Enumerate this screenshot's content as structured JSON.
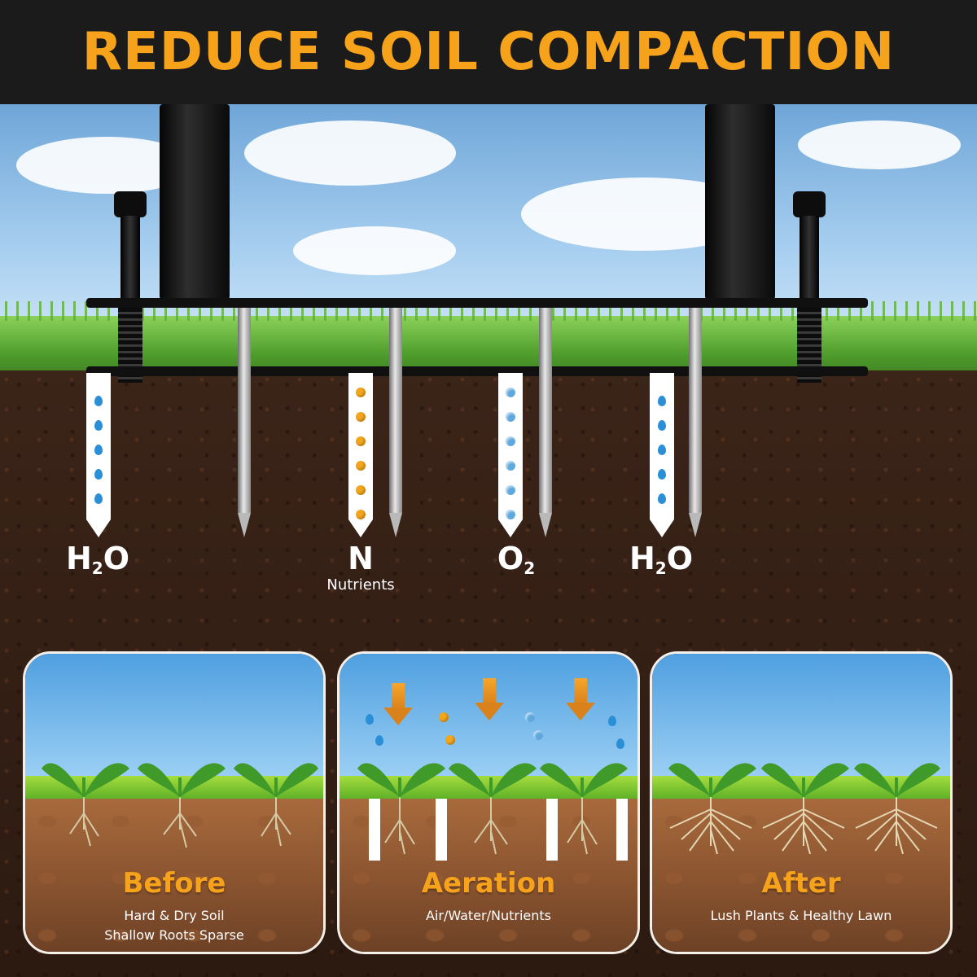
{
  "header": {
    "title": "REDUCE SOIL COMPACTION"
  },
  "labels": {
    "h2o_left": {
      "base": "H",
      "sub": "2",
      "tail": "O"
    },
    "nitrogen": "N",
    "nitrogen_caption": "Nutrients",
    "oxygen": {
      "base": "O",
      "sub": "2"
    },
    "h2o_right": {
      "base": "H",
      "sub": "2",
      "tail": "O"
    }
  },
  "panels": [
    {
      "title": "Before",
      "line1": "Hard & Dry Soil",
      "line2": "Shallow Roots Sparse"
    },
    {
      "title": "Aeration",
      "line1": "Air/Water/Nutrients"
    },
    {
      "title": "After",
      "line1": "Lush Plants & Healthy Lawn"
    }
  ],
  "colors": {
    "accent": "#f6a21a",
    "header_bg": "#1b1b1b",
    "water": "#2a8fd6",
    "nutrient": "#f2a51d",
    "oxygen": "#5fa8de"
  },
  "icons": [
    "water-drop-icon",
    "nutrient-dot-icon",
    "oxygen-bubble-icon",
    "down-arrow-icon",
    "seedling-icon"
  ]
}
